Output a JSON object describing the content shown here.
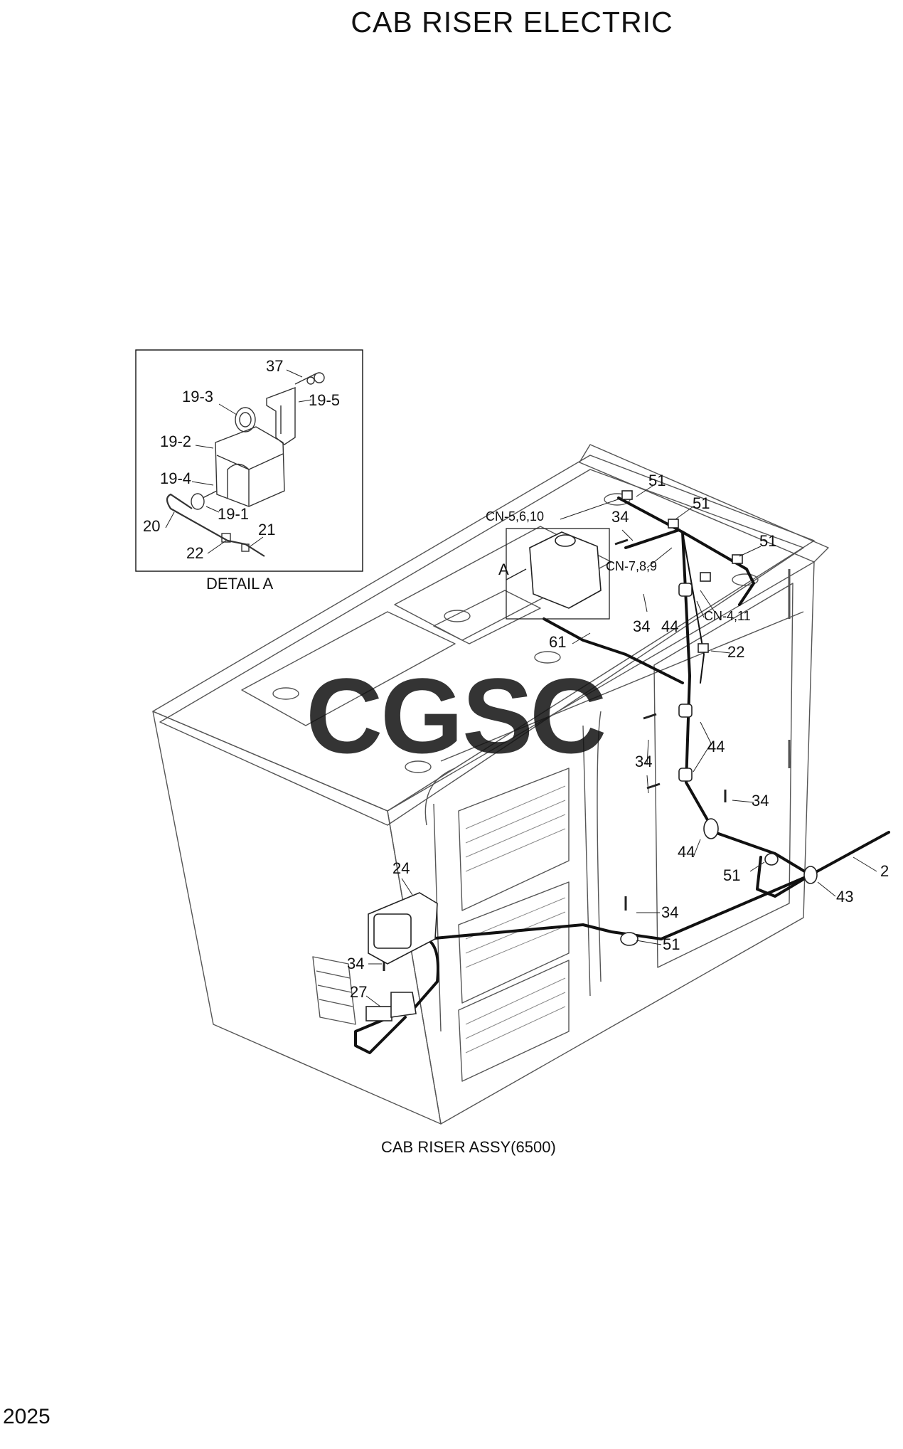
{
  "title": "CAB RISER ELECTRIC",
  "page_number": "2025",
  "detail_caption": "DETAIL A",
  "assembly_caption": "CAB RISER ASSY(6500)",
  "detail_marker": "A",
  "watermark": "CGSC",
  "watermark_colors": [
    "#7fa7f0",
    "#f08c87",
    "#f7d66a",
    "#7cc79d"
  ],
  "detail_labels": {
    "p37": "37",
    "p19_3": "19-3",
    "p19_5": "19-5",
    "p19_2": "19-2",
    "p19_4": "19-4",
    "p19_1": "19-1",
    "p20": "20",
    "p21": "21",
    "p22": "22"
  },
  "labels": {
    "cn_5_6_10": "CN-5,6,10",
    "cn_7_8_9": "CN-7,8,9",
    "cn_4_11": "CN-4,11",
    "l51a": "51",
    "l51b": "51",
    "l51c": "51",
    "l51d": "51",
    "l51e": "51",
    "l34a": "34",
    "l34b": "34",
    "l34c": "34",
    "l34d": "34",
    "l34e": "34",
    "l34f": "34",
    "l44a": "44",
    "l44b": "44",
    "l44c": "44",
    "l61": "61",
    "l22": "22",
    "l24": "24",
    "l27": "27",
    "l43": "43",
    "l2": "2"
  }
}
